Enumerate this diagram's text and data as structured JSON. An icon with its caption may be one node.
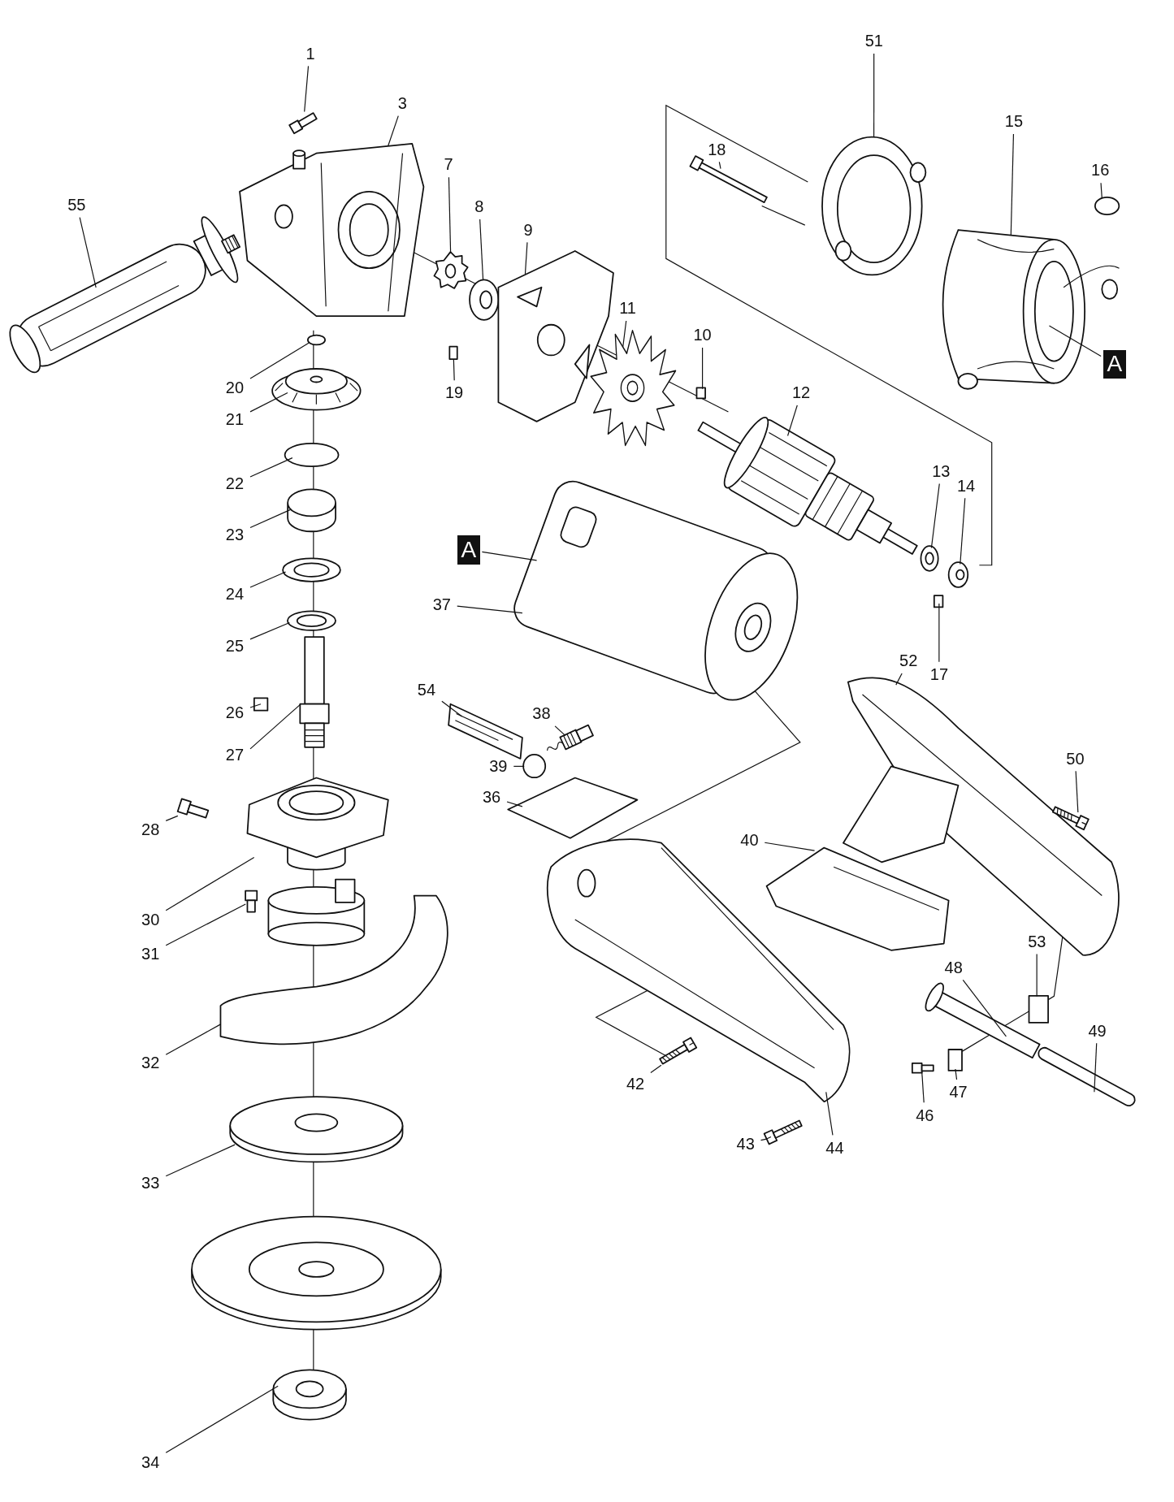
{
  "diagram": {
    "nodes": [
      {
        "text": [
          "51"
        ]
      },
      {
        "text": [
          "1"
        ]
      },
      {
        "text": [
          "3"
        ]
      },
      {
        "text": [
          "15"
        ]
      },
      {
        "text": [
          "18"
        ]
      },
      {
        "text": [
          "7"
        ]
      },
      {
        "text": [
          "16"
        ]
      },
      {
        "text": [
          "8"
        ]
      },
      {
        "text": [
          "9"
        ]
      },
      {
        "text": [
          "55"
        ]
      },
      {
        "text": [
          "11"
        ]
      },
      {
        "text": [
          "10"
        ]
      },
      {
        "text": [
          "A"
        ]
      },
      {
        "text": [
          "20"
        ]
      },
      {
        "text": [
          "19"
        ]
      },
      {
        "text": [
          "12"
        ]
      },
      {
        "text": [
          "21"
        ]
      },
      {
        "text": [
          "13"
        ]
      },
      {
        "text": [
          "22"
        ]
      },
      {
        "text": [
          "14"
        ]
      },
      {
        "text": [
          "23"
        ]
      },
      {
        "text": [
          "A"
        ]
      },
      {
        "text": [
          "24"
        ]
      },
      {
        "text": [
          "37"
        ]
      },
      {
        "text": [
          "25"
        ]
      },
      {
        "text": [
          "52"
        ]
      },
      {
        "text": [
          "54"
        ]
      },
      {
        "text": [
          "17"
        ]
      },
      {
        "text": [
          "38"
        ]
      },
      {
        "text": [
          "26"
        ]
      },
      {
        "text": [
          "39"
        ]
      },
      {
        "text": [
          "27"
        ]
      },
      {
        "text": [
          "50"
        ]
      },
      {
        "text": [
          "36"
        ]
      },
      {
        "text": [
          "28"
        ]
      },
      {
        "text": [
          "40"
        ]
      },
      {
        "text": [
          "30"
        ]
      },
      {
        "text": [
          "53"
        ]
      },
      {
        "text": [
          "31"
        ]
      },
      {
        "text": [
          "48"
        ]
      },
      {
        "text": [
          "49"
        ]
      },
      {
        "text": [
          "32"
        ]
      },
      {
        "text": [
          "42"
        ]
      },
      {
        "text": [
          "47"
        ]
      },
      {
        "text": [
          "46"
        ]
      },
      {
        "text": [
          "43"
        ]
      },
      {
        "text": [
          "44"
        ]
      },
      {
        "text": [
          "33"
        ]
      },
      {
        "text": [
          "34"
        ]
      },
      {
        "text": [],
        "shape": "picture"
      },
      {
        "text": [],
        "shape": "picture"
      },
      {
        "text": [],
        "shape": "picture"
      },
      {
        "text": [],
        "shape": "picture"
      },
      {
        "text": [],
        "shape": "picture"
      },
      {
        "text": [],
        "shape": "picture"
      },
      {
        "text": [],
        "shape": "circle"
      },
      {
        "text": [],
        "shape": "picture"
      },
      {
        "text": [],
        "shape": "picture"
      },
      {
        "text": [],
        "shape": "picture"
      },
      {
        "text": [],
        "shape": "picture"
      },
      {
        "text": [],
        "shape": "box"
      },
      {
        "text": [],
        "shape": "circle"
      },
      {
        "text": [],
        "shape": "box"
      },
      {
        "text": [],
        "shape": "picture"
      },
      {
        "text": [],
        "shape": "picture"
      },
      {
        "text": [],
        "shape": "picture"
      },
      {
        "text": [],
        "shape": "circle"
      },
      {
        "text": [],
        "shape": "picture"
      },
      {
        "text": [],
        "shape": "cylinder"
      },
      {
        "text": [],
        "shape": "picture"
      },
      {
        "text": [],
        "shape": "picture"
      },
      {
        "text": [],
        "shape": "picture"
      },
      {
        "text": [],
        "shape": "picture"
      },
      {
        "text": [],
        "shape": "picture"
      },
      {
        "text": [],
        "shape": "box"
      },
      {
        "text": [],
        "shape": "picture"
      },
      {
        "text": [],
        "shape": "box"
      },
      {
        "text": [],
        "shape": "circle"
      },
      {
        "text": [],
        "shape": "picture"
      },
      {
        "text": [],
        "shape": "picture"
      },
      {
        "text": [],
        "shape": "picture"
      },
      {
        "text": [],
        "shape": "picture"
      },
      {
        "text": [],
        "shape": "picture"
      },
      {
        "text": [],
        "shape": "picture"
      },
      {
        "text": [],
        "shape": "box"
      },
      {
        "text": [],
        "shape": "picture"
      },
      {
        "text": [],
        "shape": "picture"
      },
      {
        "text": [],
        "shape": "picture"
      },
      {
        "text": [],
        "shape": "picture"
      },
      {
        "text": [],
        "shape": "picture"
      },
      {
        "text": [],
        "shape": "box"
      },
      {
        "text": [],
        "shape": "picture"
      },
      {
        "text": [],
        "shape": "picture"
      },
      {
        "text": [],
        "shape": "picture"
      },
      {
        "text": [],
        "shape": "picture"
      },
      {
        "text": [],
        "shape": "picture"
      }
    ],
    "edges": [
      {
        "from": 0,
        "to": 49,
        "arrow": "none"
      },
      {
        "from": 1,
        "to": 50,
        "arrow": "none"
      },
      {
        "from": 2,
        "to": 51,
        "arrow": "none"
      },
      {
        "from": 3,
        "to": 52,
        "arrow": "none"
      },
      {
        "from": 4,
        "to": 53,
        "arrow": "none"
      },
      {
        "from": 5,
        "to": 54,
        "arrow": "none"
      },
      {
        "from": 6,
        "to": 55,
        "arrow": "none"
      },
      {
        "from": 7,
        "to": 56,
        "arrow": "none"
      },
      {
        "from": 8,
        "to": 57,
        "arrow": "none"
      },
      {
        "from": 9,
        "to": 58,
        "arrow": "none"
      },
      {
        "from": 10,
        "to": 59,
        "arrow": "none"
      },
      {
        "from": 11,
        "to": 60,
        "arrow": "none"
      },
      {
        "from": 12,
        "to": 52,
        "arrow": "none"
      },
      {
        "from": 13,
        "to": 61,
        "arrow": "none"
      },
      {
        "from": 14,
        "to": 62,
        "arrow": "none"
      },
      {
        "from": 15,
        "to": 63,
        "arrow": "none"
      },
      {
        "from": 16,
        "to": 64,
        "arrow": "none"
      },
      {
        "from": 17,
        "to": 65,
        "arrow": "none"
      },
      {
        "from": 18,
        "to": 66,
        "arrow": "none"
      },
      {
        "from": 19,
        "to": 67,
        "arrow": "none"
      },
      {
        "from": 20,
        "to": 68,
        "arrow": "none"
      },
      {
        "from": 21,
        "to": 69,
        "arrow": "none"
      },
      {
        "from": 22,
        "to": 70,
        "arrow": "none"
      },
      {
        "from": 23,
        "to": 69,
        "arrow": "none"
      },
      {
        "from": 24,
        "to": 71,
        "arrow": "none"
      },
      {
        "from": 25,
        "to": 72,
        "arrow": "none"
      },
      {
        "from": 26,
        "to": 73,
        "arrow": "none"
      },
      {
        "from": 27,
        "to": 74,
        "arrow": "none"
      },
      {
        "from": 28,
        "to": 75,
        "arrow": "none"
      },
      {
        "from": 29,
        "to": 76,
        "arrow": "none"
      },
      {
        "from": 30,
        "to": 77,
        "arrow": "none"
      },
      {
        "from": 31,
        "to": 78,
        "arrow": "none"
      },
      {
        "from": 32,
        "to": 79,
        "arrow": "none"
      },
      {
        "from": 33,
        "to": 80,
        "arrow": "none"
      },
      {
        "from": 34,
        "to": 81,
        "arrow": "none"
      },
      {
        "from": 35,
        "to": 82,
        "arrow": "none"
      },
      {
        "from": 36,
        "to": 83,
        "arrow": "none"
      },
      {
        "from": 37,
        "to": 84,
        "arrow": "none"
      },
      {
        "from": 38,
        "to": 85,
        "arrow": "none"
      },
      {
        "from": 39,
        "to": 86,
        "arrow": "none"
      },
      {
        "from": 40,
        "to": 87,
        "arrow": "none"
      },
      {
        "from": 41,
        "to": 88,
        "arrow": "none"
      },
      {
        "from": 42,
        "to": 89,
        "arrow": "none"
      },
      {
        "from": 43,
        "to": 90,
        "arrow": "none"
      },
      {
        "from": 44,
        "to": 91,
        "arrow": "none"
      },
      {
        "from": 45,
        "to": 92,
        "arrow": "none"
      },
      {
        "from": 46,
        "to": 93,
        "arrow": "none"
      },
      {
        "from": 47,
        "to": 94,
        "arrow": "none"
      },
      {
        "from": 48,
        "to": 95,
        "arrow": "none"
      }
    ]
  }
}
